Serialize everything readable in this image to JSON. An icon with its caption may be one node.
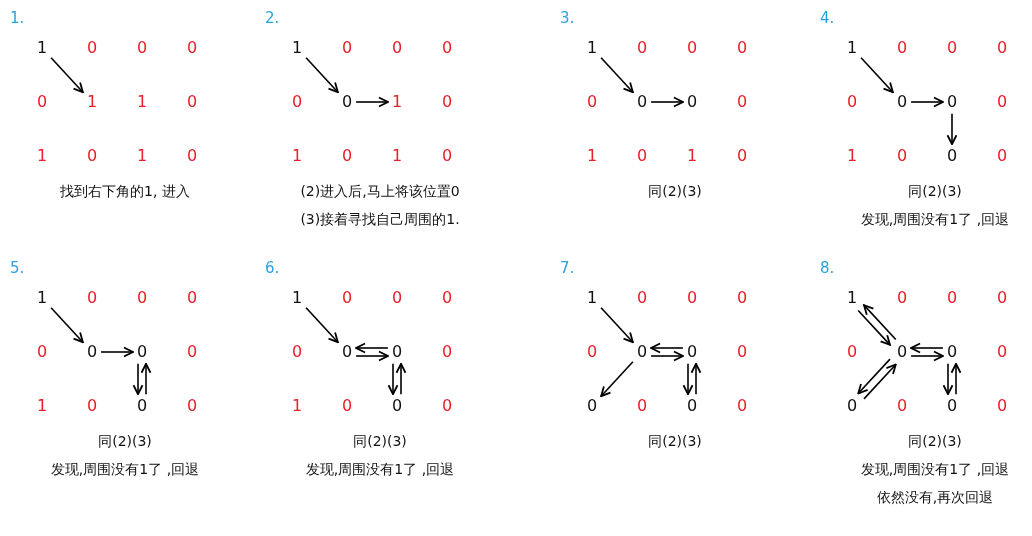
{
  "diagram": {
    "nodes": [
      {
        "text": [
          "1"
        ]
      },
      {
        "text": [
          "1"
        ]
      },
      {
        "text": [
          "1"
        ]
      },
      {
        "text": [
          "0"
        ]
      },
      {
        "text": [
          "1"
        ]
      },
      {
        "text": [
          "1"
        ]
      },
      {
        "text": [
          "0"
        ]
      },
      {
        "text": [
          "0"
        ]
      },
      {
        "text": [
          "1"
        ]
      },
      {
        "text": [
          "0"
        ]
      },
      {
        "text": [
          "0"
        ]
      },
      {
        "text": [
          "0"
        ]
      },
      {
        "text": [
          "1"
        ]
      },
      {
        "text": [
          "0"
        ]
      },
      {
        "text": [
          "0"
        ]
      },
      {
        "text": [
          "0"
        ]
      },
      {
        "text": [
          "1"
        ]
      },
      {
        "text": [
          "0"
        ]
      },
      {
        "text": [
          "0"
        ]
      },
      {
        "text": [
          "0"
        ]
      },
      {
        "text": [
          "1"
        ]
      },
      {
        "text": [
          "0"
        ]
      },
      {
        "text": [
          "0"
        ]
      },
      {
        "text": [
          "0"
        ]
      },
      {
        "text": [
          "0"
        ]
      },
      {
        "text": [
          "1"
        ]
      },
      {
        "text": [
          "0"
        ]
      },
      {
        "text": [
          "0"
        ]
      },
      {
        "text": [
          "0"
        ]
      },
      {
        "text": [
          "0"
        ]
      }
    ],
    "edges": [
      {
        "from": 0,
        "to": 1,
        "arrow": "to"
      },
      {
        "from": 2,
        "to": 3,
        "arrow": "to"
      },
      {
        "from": 3,
        "to": 4,
        "arrow": "to"
      },
      {
        "from": 5,
        "to": 6,
        "arrow": "to"
      },
      {
        "from": 6,
        "to": 7,
        "arrow": "to"
      },
      {
        "from": 8,
        "to": 9,
        "arrow": "to"
      },
      {
        "from": 9,
        "to": 10,
        "arrow": "to"
      },
      {
        "from": 10,
        "to": 11,
        "arrow": "to"
      },
      {
        "from": 12,
        "to": 13,
        "arrow": "to"
      },
      {
        "from": 13,
        "to": 14,
        "arrow": "to"
      },
      {
        "from": 14,
        "to": 15,
        "arrow": "to"
      },
      {
        "from": 15,
        "to": 14,
        "arrow": "to"
      },
      {
        "from": 16,
        "to": 17,
        "arrow": "to"
      },
      {
        "from": 17,
        "to": 18,
        "arrow": "to"
      },
      {
        "from": 18,
        "to": 19,
        "arrow": "to"
      },
      {
        "from": 19,
        "to": 18,
        "arrow": "to"
      },
      {
        "from": 18,
        "to": 17,
        "arrow": "to"
      },
      {
        "from": 20,
        "to": 21,
        "arrow": "to"
      },
      {
        "from": 21,
        "to": 22,
        "arrow": "to"
      },
      {
        "from": 22,
        "to": 24,
        "arrow": "to"
      },
      {
        "from": 24,
        "to": 22,
        "arrow": "to"
      },
      {
        "from": 22,
        "to": 21,
        "arrow": "to"
      },
      {
        "from": 21,
        "to": 23,
        "arrow": "to"
      },
      {
        "from": 25,
        "to": 26,
        "arrow": "to"
      },
      {
        "from": 26,
        "to": 27,
        "arrow": "to"
      },
      {
        "from": 27,
        "to": 29,
        "arrow": "to"
      },
      {
        "from": 29,
        "to": 27,
        "arrow": "to"
      },
      {
        "from": 27,
        "to": 26,
        "arrow": "to"
      },
      {
        "from": 26,
        "to": 28,
        "arrow": "to"
      },
      {
        "from": 28,
        "to": 26,
        "arrow": "to"
      },
      {
        "from": 26,
        "to": 25,
        "arrow": "to"
      }
    ],
    "labels": [
      "1.",
      "0",
      "0",
      "0",
      "0",
      "1",
      "0",
      "1",
      "0",
      "1",
      "0",
      "找到右下角的1, 进入",
      "2.",
      "0",
      "0",
      "0",
      "0",
      "0",
      "1",
      "0",
      "1",
      "0",
      "(2)进入后,马上将该位置0",
      "(3)接着寻找自己周围的1.",
      "3.",
      "0",
      "0",
      "0",
      "0",
      "0",
      "1",
      "0",
      "1",
      "0",
      "同(2)(3)",
      "4.",
      "0",
      "0",
      "0",
      "0",
      "0",
      "1",
      "0",
      "0",
      "同(2)(3)",
      "发现,周围没有1了 ,回退",
      "5.",
      "0",
      "0",
      "0",
      "0",
      "0",
      "1",
      "0",
      "0",
      "同(2)(3)",
      "发现,周围没有1了 ,回退",
      "6.",
      "0",
      "0",
      "0",
      "0",
      "0",
      "1",
      "0",
      "0",
      "同(2)(3)",
      "发现,周围没有1了 ,回退",
      "7.",
      "0",
      "0",
      "0",
      "0",
      "0",
      "0",
      "0",
      "同(2)(3)",
      "8.",
      "0",
      "0",
      "0",
      "0",
      "0",
      "0",
      "0",
      "同(2)(3)",
      "发现,周围没有1了 ,回退",
      "依然没有,再次回退"
    ]
  }
}
